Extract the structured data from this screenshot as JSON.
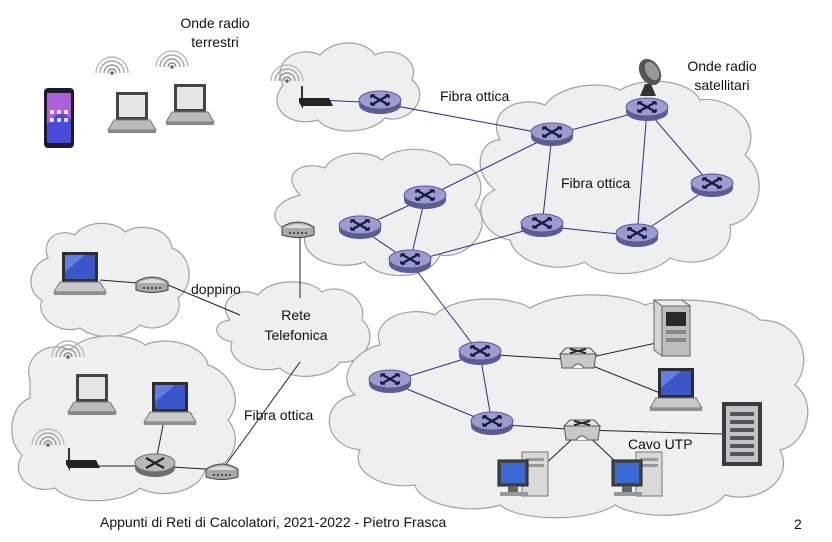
{
  "labels": {
    "onde_radio_terrestri_1": "Onde radio",
    "onde_radio_terrestri_2": "terrestri",
    "onde_radio_satellitari_1": "Onde radio",
    "onde_radio_satellitari_2": "satellitari",
    "fibra_ottica_top": "Fibra ottica",
    "fibra_ottica_backbone": "Fibra ottica",
    "fibra_ottica_bottom": "Fibra ottica",
    "doppino": "doppino",
    "rete_telefonica_1": "Rete",
    "rete_telefonica_2": "Telefonica",
    "cavo_utp": "Cavo UTP"
  },
  "footer": {
    "credit": "Appunti di Reti di Calcolatori, 2021-2022 - Pietro Frasca",
    "page_number": "2"
  },
  "colors": {
    "router": "#8e8ec4",
    "router_dark": "#5b5b96",
    "link": "#2c2c86",
    "cloud": "#eef0f0",
    "cloud_stroke": "#9aa3a8"
  }
}
